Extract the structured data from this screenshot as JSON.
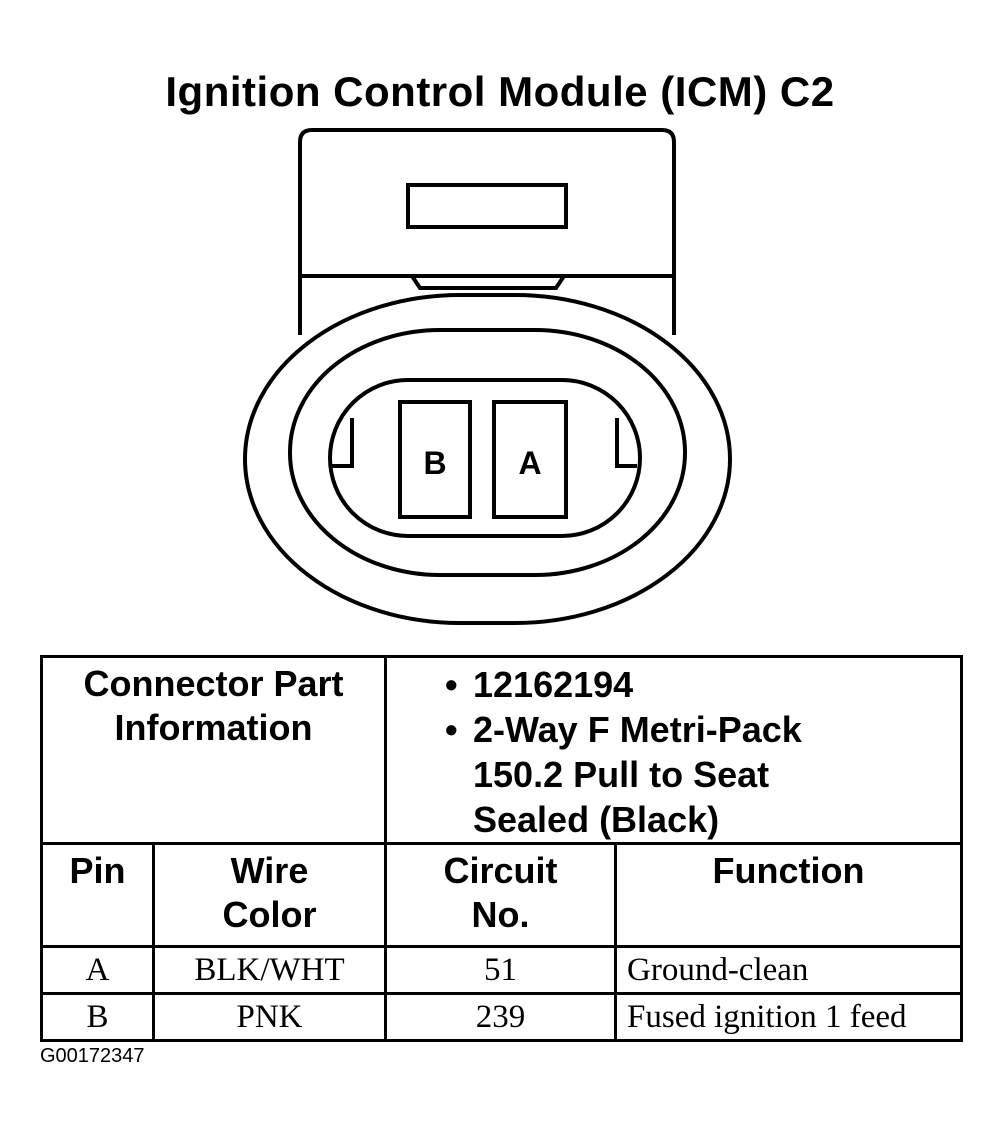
{
  "title": "Ignition Control Module (ICM) C2",
  "connector": {
    "pins": [
      "B",
      "A"
    ]
  },
  "table": {
    "part_info_label": "Connector Part Information",
    "part_info_items": [
      "12162194",
      "2-Way F Metri-Pack 150.2 Pull to Seat Sealed (Black)"
    ],
    "columns": [
      "Pin",
      "Wire Color",
      "Circuit No.",
      "Function"
    ],
    "rows": [
      {
        "pin": "A",
        "wire_color": "BLK/WHT",
        "circuit": "51",
        "function": "Ground-clean"
      },
      {
        "pin": "B",
        "wire_color": "PNK",
        "circuit": "239",
        "function": "Fused ignition 1 feed"
      }
    ]
  },
  "figure_id": "G00172347"
}
